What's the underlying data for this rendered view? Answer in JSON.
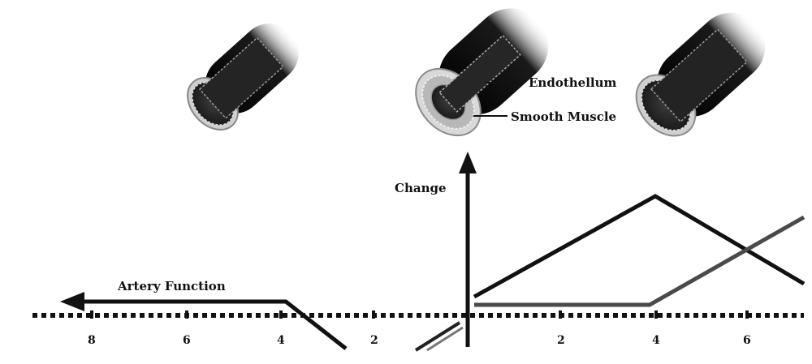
{
  "labels": {
    "endothelium": "Endothellum",
    "smooth_muscle": "Smooth Muscle",
    "y_axis": "Change",
    "artery_function": "Artery Function"
  },
  "ticks": {
    "left": [
      "8",
      "6",
      "4",
      "2"
    ],
    "right": [
      "2",
      "4",
      "6"
    ]
  },
  "colors": {
    "line": "#111111",
    "gray_line": "#555555",
    "vessel_dark": "#2a2a2a",
    "vessel_ring": "#bdbdbd"
  }
}
